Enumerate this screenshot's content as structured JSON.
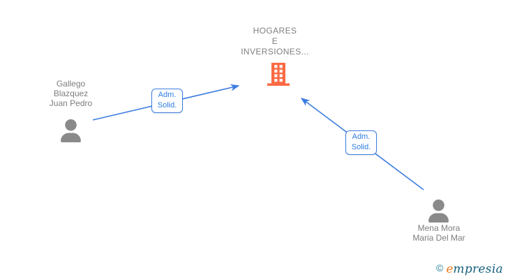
{
  "company": {
    "name_lines": [
      "HOGARES",
      "E",
      "INVERSIONES..."
    ],
    "icon": "building-icon"
  },
  "people": [
    {
      "name_lines": [
        "Gallego",
        "Blazquez",
        "Juan Pedro"
      ],
      "icon": "person-icon"
    },
    {
      "name_lines": [
        "Mena Mora",
        "Maria Del Mar"
      ],
      "icon": "person-icon"
    }
  ],
  "relationships": [
    {
      "from": "Gallego Blazquez Juan Pedro",
      "to": "HOGARES E INVERSIONES...",
      "label_lines": [
        "Adm.",
        "Solid."
      ]
    },
    {
      "from": "Mena Mora Maria Del Mar",
      "to": "HOGARES E INVERSIONES...",
      "label_lines": [
        "Adm.",
        "Solid."
      ]
    }
  ],
  "watermark": {
    "copyright_symbol": "©",
    "brand_initial": "e",
    "brand_rest": "mpresia"
  },
  "colors": {
    "edge_blue": "#3c7ce2",
    "edge_label_text": "#2e7ce2",
    "company_orange": "#fa6a44",
    "person_gray": "#8a8a8a",
    "name_text_gray": "#7e7e7e",
    "logo_teal": "#135f7b",
    "logo_orange": "#ee7d1e",
    "background": "#ffffff"
  }
}
